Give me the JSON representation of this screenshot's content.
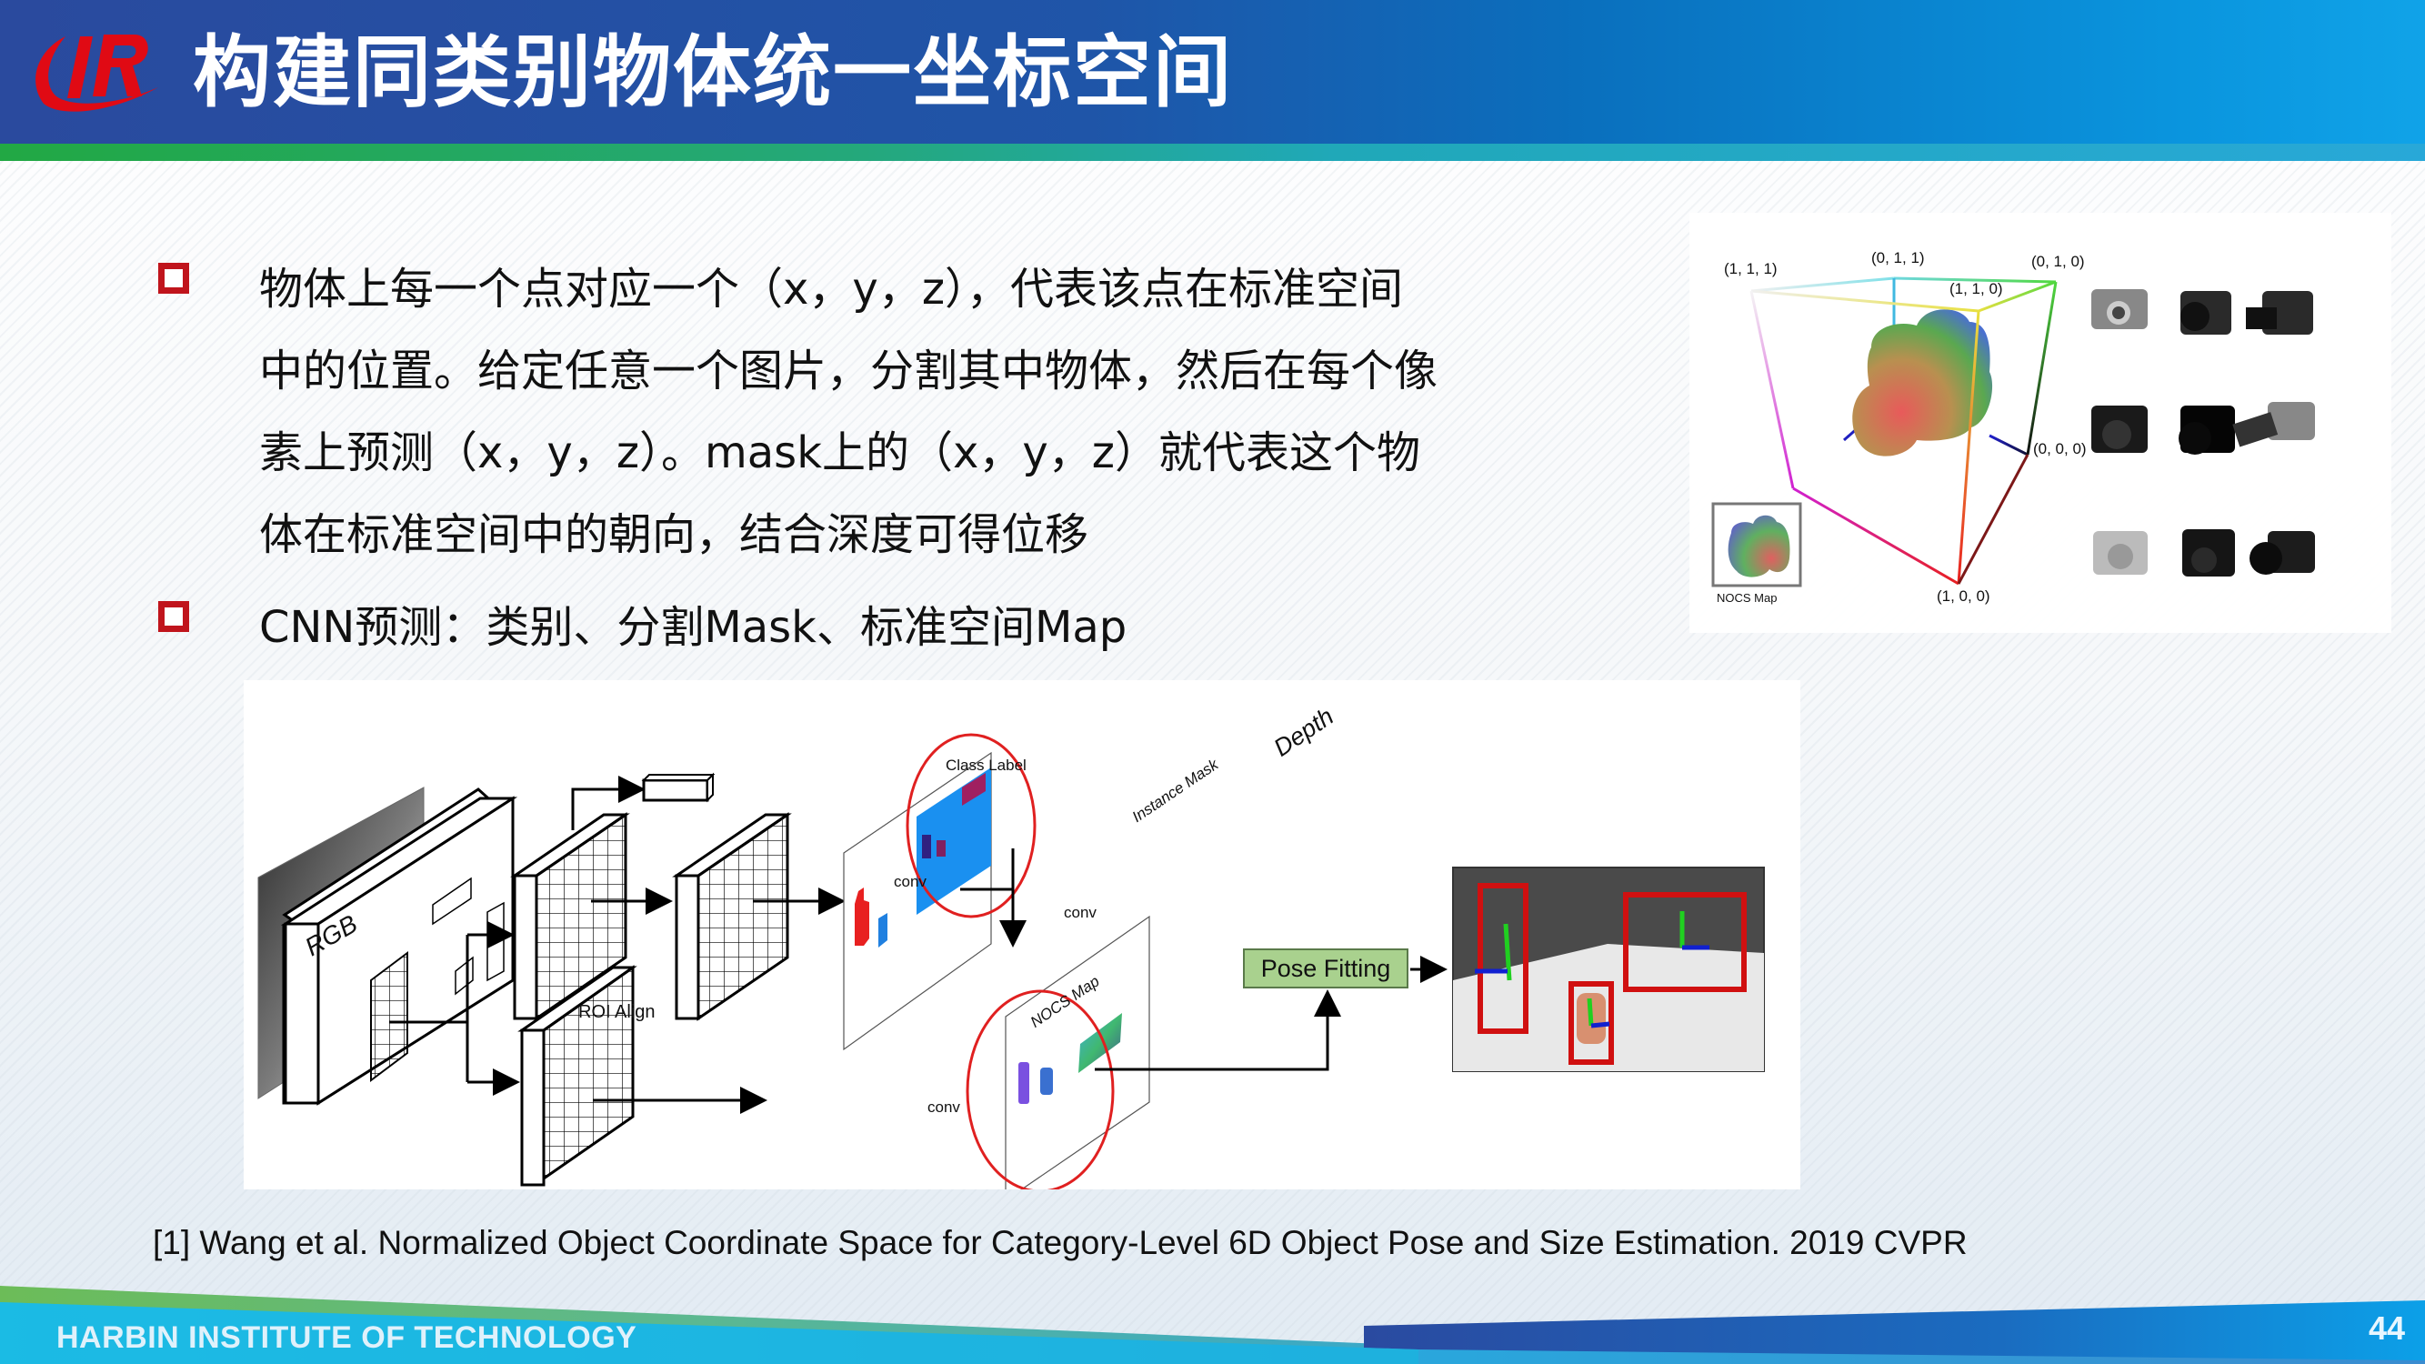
{
  "header": {
    "title": "构建同类别物体统一坐标空间",
    "logo_text": "IR",
    "colors": {
      "title_bar_start": "#2a4a9e",
      "title_bar_end": "#10a3e8",
      "stripe": "#22a844",
      "logo": "#e00a14"
    }
  },
  "bullets": [
    {
      "lines": [
        "物体上每一个点对应一个（x，y，z），代表该点在标准空间",
        "中的位置。给定任意一个图片，分割其中物体，然后在每个像",
        "素上预测（x，y，z）。mask上的（x，y，z）就代表这个物",
        "体在标准空间中的朝向，结合深度可得位移"
      ]
    },
    {
      "lines": [
        "CNN预测：类别、分割Mask、标准空间Map"
      ]
    }
  ],
  "nocs_figure": {
    "corner_labels": {
      "c111": "(1, 1, 1)",
      "c011": "(0, 1, 1)",
      "c010": "(0, 1, 0)",
      "c110": "(1, 1, 0)",
      "c000": "(0, 0, 0)",
      "c100": "(1, 0, 0)"
    },
    "inset_label": "NOCS Map",
    "camera_thumbnails": 9
  },
  "pipeline": {
    "rgb_label": "RGB",
    "roi_label": "ROI Align",
    "class_label": "Class Label",
    "conv_labels": [
      "conv",
      "conv",
      "conv"
    ],
    "instance_mask_label": "Instance Mask",
    "depth_label": "Depth",
    "nocs_map_label": "NOCS Map",
    "pose_fitting_label": "Pose Fitting"
  },
  "reference": "[1] Wang et al. Normalized Object Coordinate Space for Category-Level 6D Object Pose and Size Estimation. 2019 CVPR",
  "footer": {
    "institution": "HARBIN INSTITUTE OF TECHNOLOGY",
    "page_number": "44"
  }
}
